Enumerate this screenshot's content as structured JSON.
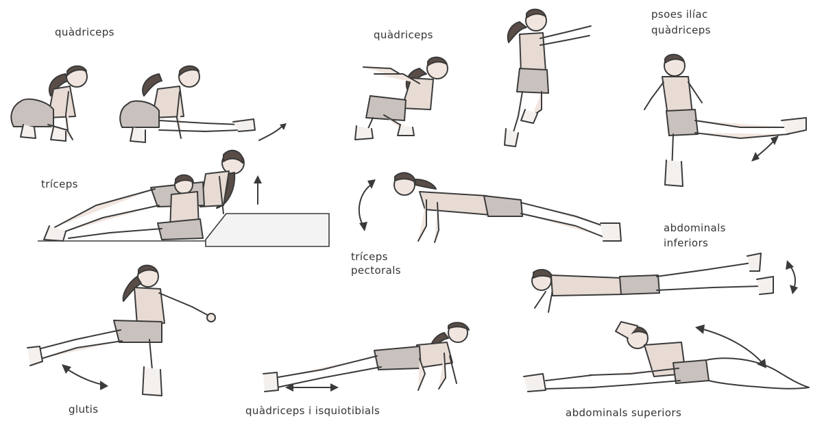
{
  "labels": {
    "squat_top_left": "quàdriceps",
    "jump_squat": "quàdriceps",
    "leg_raise_top_right_line1": "psoes ilíac",
    "leg_raise_top_right_line2": "quàdriceps",
    "dips": "tríceps",
    "pushup_line1": "tríceps",
    "pushup_line2": "pectorals",
    "leg_raises_lying_line1": "abdominals",
    "leg_raises_lying_line2": "inferiors",
    "back_kick": "glutis",
    "lunge_stretch": "quàdriceps i isquiotibials",
    "situps": "abdominals superiors"
  },
  "colors": {
    "ink": "#3a3a3a",
    "skin": "#f1e6df",
    "shirt": "#e7dbd4",
    "shorts": "#c9c1bd",
    "hair": "#5a4d47"
  },
  "icons": {
    "movement_arrow": "curved-double-arrow",
    "up_arrow": "up-arrow"
  }
}
